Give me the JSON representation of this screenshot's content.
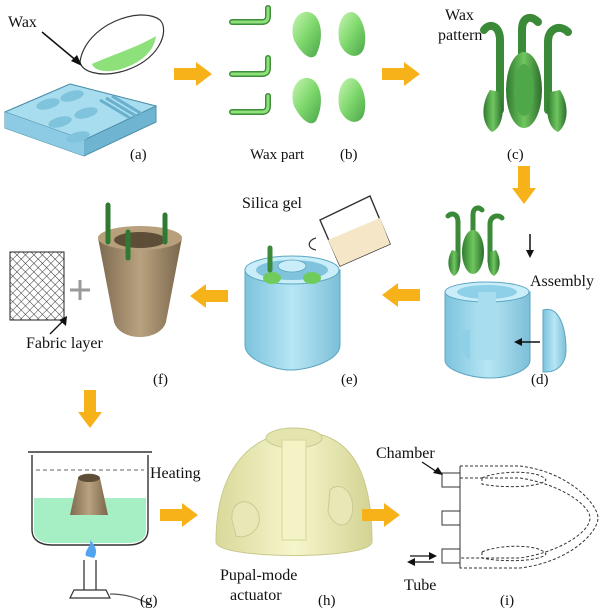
{
  "labels": {
    "wax": "Wax",
    "wax_part": "Wax part",
    "wax_pattern_1": "Wax",
    "wax_pattern_2": "pattern",
    "silica_gel": "Silica gel",
    "assembly": "Assembly",
    "fabric_layer": "Fabric layer",
    "heating": "Heating",
    "pupal_1": "Pupal-mode",
    "pupal_2": "actuator",
    "chamber": "Chamber",
    "tube": "Tube"
  },
  "panels": [
    "(a)",
    "(b)",
    "(c)",
    "(d)",
    "(e)",
    "(f)",
    "(g)",
    "(h)",
    "(i)"
  ],
  "colors": {
    "arrow": "#F7B21A",
    "mold_blue": "#A8DDF0",
    "mold_dark": "#6FB4D0",
    "wax_green": "#8EE07A",
    "wax_dark": "#3E8E3A",
    "shell_tan": "#A58D6C",
    "actuator_yellow": "#EFEFB8",
    "liquid_green": "#A6EFC4"
  }
}
